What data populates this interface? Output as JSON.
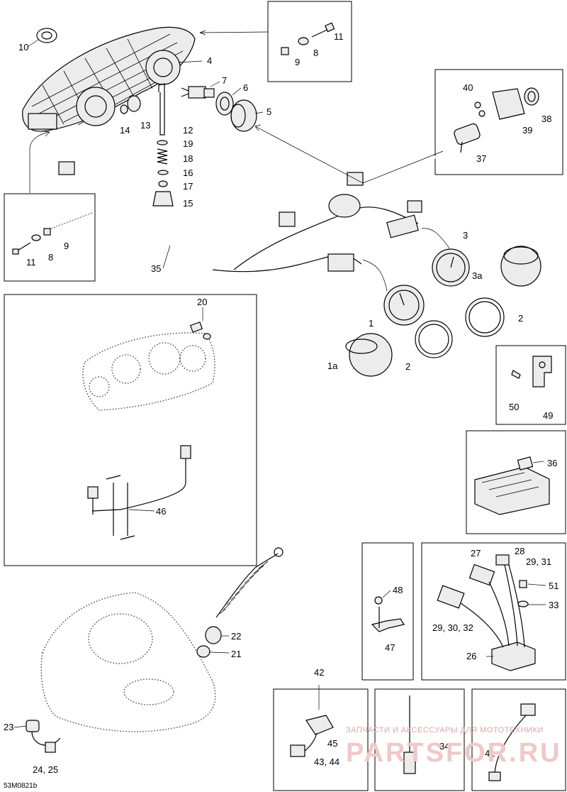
{
  "callouts": {
    "c1": "1",
    "c1a": "1a",
    "c2a": "2",
    "c2b": "2",
    "c3": "3",
    "c3a": "3a",
    "c4": "4",
    "c5": "5",
    "c6": "6",
    "c7": "7",
    "c8a": "8",
    "c8b": "8",
    "c9a": "9",
    "c9b": "9",
    "c10": "10",
    "c11a": "11",
    "c11b": "11",
    "c12": "12",
    "c13": "13",
    "c14": "14",
    "c15": "15",
    "c16": "16",
    "c17": "17",
    "c18": "18",
    "c19": "19",
    "c20": "20",
    "c21": "21",
    "c22": "22",
    "c23": "23",
    "c24_25": "24, 25",
    "c26": "26",
    "c27": "27",
    "c28": "28",
    "c29_31": "29, 31",
    "c29_30_32": "29, 30, 32",
    "c33": "33",
    "c34": "34",
    "c35": "35",
    "c36": "36",
    "c37": "37",
    "c38": "38",
    "c39": "39",
    "c40": "40",
    "c41": "41",
    "c42": "42",
    "c43_44": "43, 44",
    "c45": "45",
    "c46": "46",
    "c47": "47",
    "c48": "48",
    "c49": "49",
    "c50": "50",
    "c51": "51"
  },
  "figure_code": "53M0821b",
  "watermark": {
    "tagline": "ЗАПЧАСТИ И АКСЕССУАРЫ ДЛЯ МОТОТЕХНИКИ",
    "brand": "PARTSFOR.RU"
  }
}
